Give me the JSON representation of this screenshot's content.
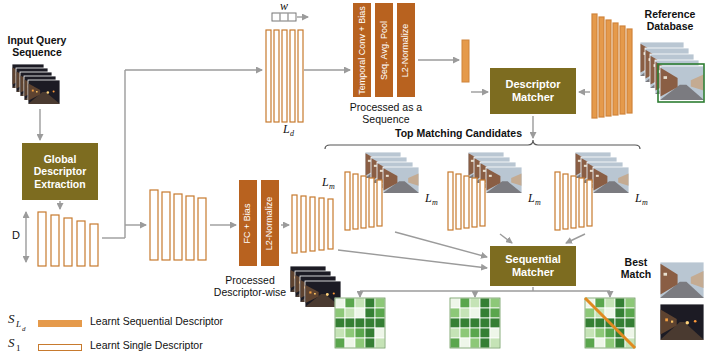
{
  "diagram": {
    "nodes": [
      {
        "text": [
          "Global Descriptor Extraction"
        ]
      },
      {
        "text": [
          "Temporal Conv + Bias"
        ]
      },
      {
        "text": [
          "Seq. Avg. Pool"
        ]
      },
      {
        "text": [
          "L2-Normalize"
        ]
      },
      {
        "text": [
          "Descriptor Matcher"
        ]
      },
      {
        "text": [
          "FC + Bias"
        ]
      },
      {
        "text": [
          "L2-Normalize"
        ]
      },
      {
        "text": [
          "Sequential Matcher"
        ]
      }
    ],
    "labels": [
      "Input Query Sequence",
      "D",
      "w",
      "L",
      "d",
      "Processed as a Sequence",
      "Reference Database",
      "Top Matching Candidates",
      "L",
      "m",
      "L",
      "m",
      "L",
      "m",
      "L",
      "m",
      "Processed Descriptor-wise",
      "Best Match",
      "S",
      "L",
      "d",
      "S",
      "1"
    ],
    "legend": [
      {
        "text": "Learnt Sequential Descriptor",
        "color": "#e59a4b"
      },
      {
        "text": "Learnt Single Descriptor"
      }
    ]
  }
}
